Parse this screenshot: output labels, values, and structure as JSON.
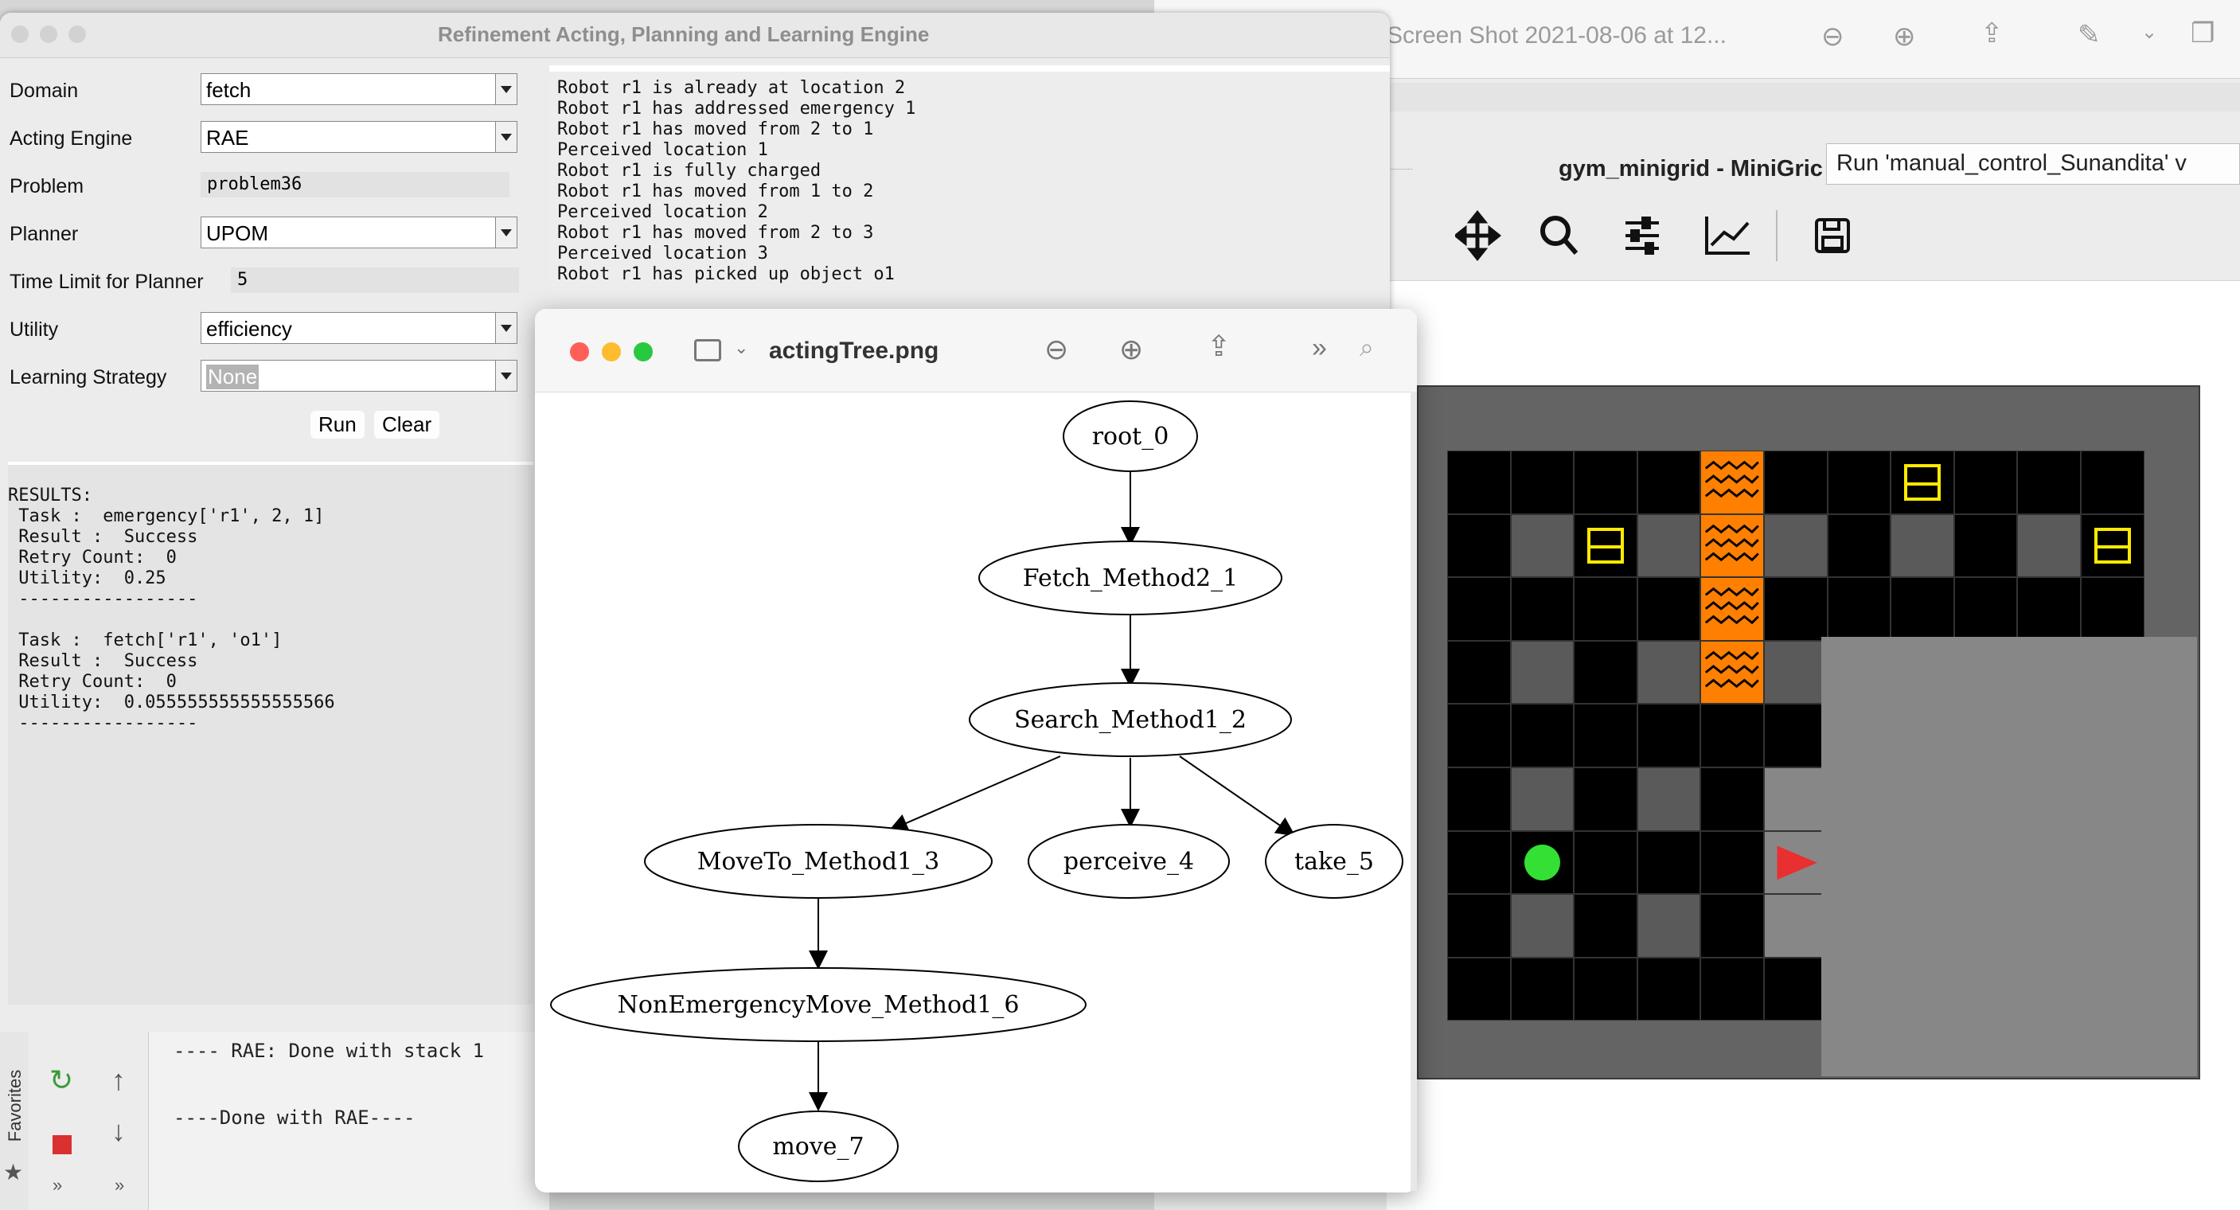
{
  "preview_bg": {
    "title": "Screen Shot 2021-08-06 at 12..."
  },
  "matplotlib": {
    "title": "gym_minigrid - MiniGric",
    "tooltip": "Run 'manual_control_Sunandita' v"
  },
  "tk": {
    "title": "Refinement Acting, Planning and Learning Engine",
    "form": {
      "domain_label": "Domain",
      "domain_value": "fetch",
      "engine_label": "Acting Engine",
      "engine_value": "RAE",
      "problem_label": "Problem",
      "problem_value": "problem36",
      "planner_label": "Planner",
      "planner_value": "UPOM",
      "time_label": "Time Limit for Planner",
      "time_value": "5",
      "utility_label": "Utility",
      "utility_value": "efficiency",
      "learning_label": "Learning Strategy",
      "learning_value": "None"
    },
    "buttons": {
      "run": "Run",
      "clear": "Clear"
    },
    "log_lines": [
      "Robot r1 is already at location 2",
      "Robot r1 has addressed emergency 1",
      "Robot r1 has moved from 2 to 1",
      "Perceived location 1",
      "Robot r1 is fully charged",
      "Robot r1 has moved from 1 to 2",
      "Perceived location 2",
      "Robot r1 has moved from 2 to 3",
      "Perceived location 3",
      "Robot r1 has picked up object o1"
    ],
    "results_lines": [
      "RESULTS:",
      " Task :  emergency['r1', 2, 1]",
      " Result :  Success",
      " Retry Count:  0",
      " Utility:  0.25",
      " -----------------",
      "",
      " Task :  fetch['r1', 'o1']",
      " Result :  Success",
      " Retry Count:  0",
      " Utility:  0.055555555555555566",
      " -----------------"
    ]
  },
  "ide": {
    "line1": "---- RAE: Done with stack 1",
    "line2": "----Done with RAE----",
    "favorites": "Favorites",
    "more1": "»",
    "more2": "»"
  },
  "tree_window": {
    "title": "actingTree.png",
    "nodes": {
      "n0": "root_0",
      "n1": "Fetch_Method2_1",
      "n2": "Search_Method1_2",
      "n3": "MoveTo_Method1_3",
      "n4": "perceive_4",
      "n5": "take_5",
      "n6": "NonEmergencyMove_Method1_6",
      "n7": "move_7"
    }
  },
  "colors": {
    "lava": "#ff7f00",
    "goal_ball": "#33e033",
    "agent": "#e83030",
    "box": "#ffea00"
  }
}
